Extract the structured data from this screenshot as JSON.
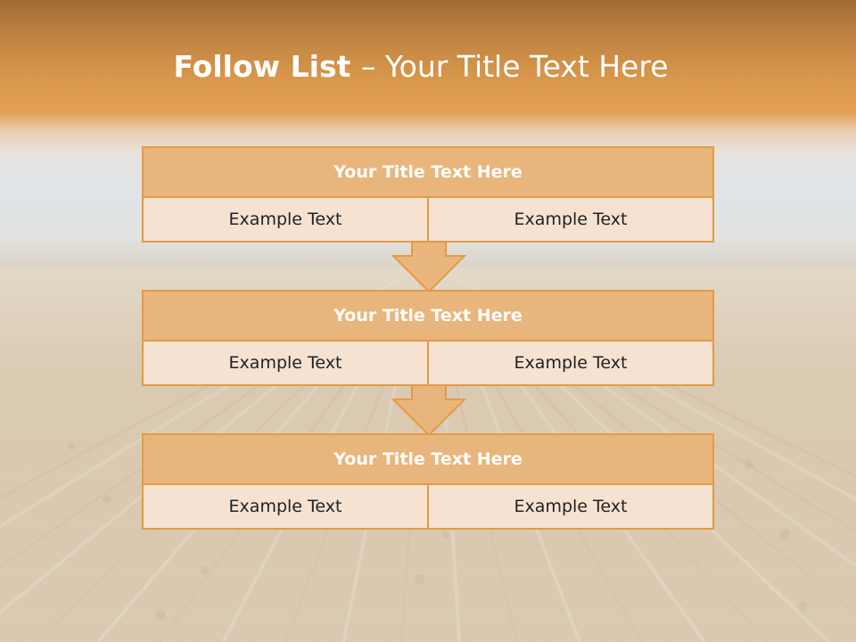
{
  "slide": {
    "title_bold": "Follow List ",
    "title_rest": " – Your Title Text Here",
    "blocks": [
      {
        "title": "Your Title Text Here",
        "cells": [
          "Example Text",
          "Example Text"
        ]
      },
      {
        "title": "Your Title Text Here",
        "cells": [
          "Example Text",
          "Example Text"
        ]
      },
      {
        "title": "Your Title Text Here",
        "cells": [
          "Example Text",
          "Example Text"
        ]
      }
    ]
  },
  "colors": {
    "header_fill": "#e8b67c",
    "cell_fill": "#f5e2d1",
    "border": "#e49a45",
    "arrow_fill": "#e8b67c"
  },
  "icons": {
    "connector": "down-arrow-icon"
  }
}
